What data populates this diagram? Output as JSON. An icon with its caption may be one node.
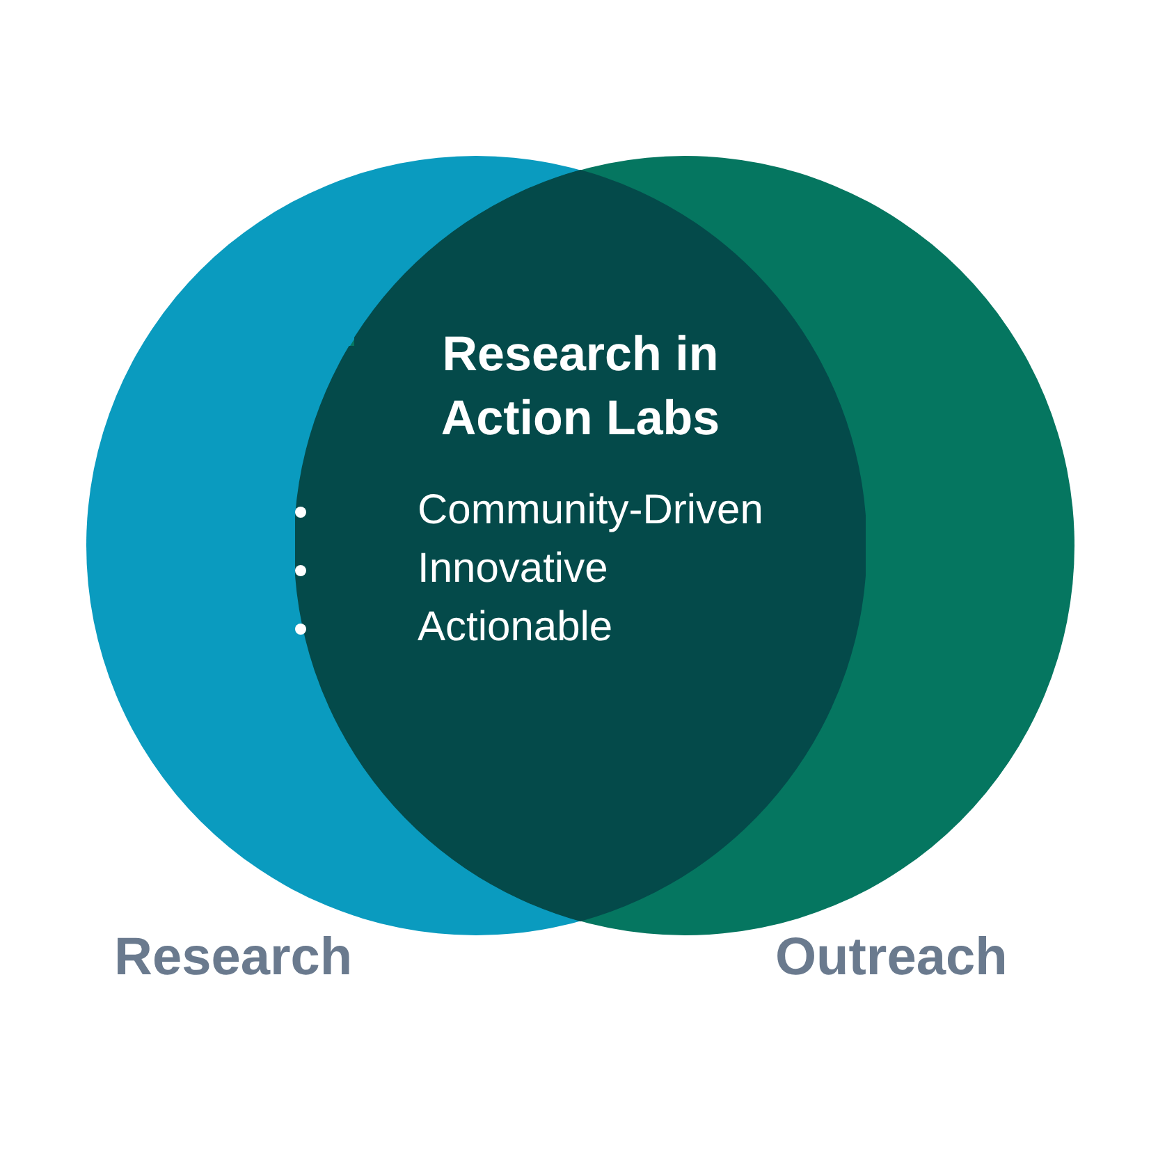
{
  "diagram": {
    "nodes": [
      {
        "text": [
          "Research"
        ]
      },
      {
        "text": [
          "Outreach"
        ]
      },
      {
        "text": [
          "Research in Action Labs",
          "Community-Driven",
          "Innovative",
          "Actionable"
        ]
      }
    ],
    "edges": []
  }
}
